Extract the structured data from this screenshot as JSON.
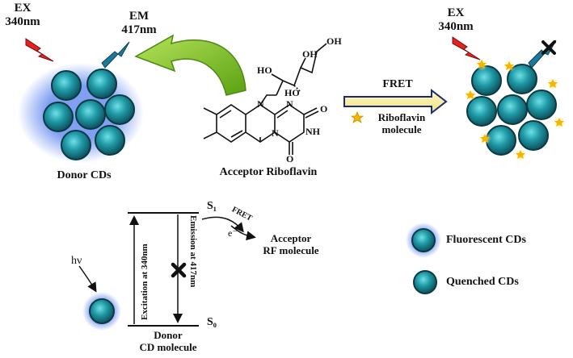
{
  "donor": {
    "ex_label": "EX",
    "ex_wavelength": "340nm",
    "em_label": "EM",
    "em_wavelength": "417nm",
    "caption": "Donor CDs"
  },
  "acceptor": {
    "caption": "Acceptor Riboflavin",
    "atoms": {
      "ho1": "HO",
      "oh_top": "OH",
      "ho2": "HO",
      "oh_right": "OH",
      "n_ring": "N",
      "n_lower": "N",
      "n_right": "N",
      "nh": "NH",
      "o_top": "O",
      "o_bottom": "O"
    }
  },
  "fret": {
    "arrow_label": "FRET",
    "riboflavin_label_line1": "Riboflavin",
    "riboflavin_label_line2": "molecule"
  },
  "quenched_group": {
    "ex_label": "EX",
    "ex_wavelength": "340nm"
  },
  "energy_diagram": {
    "hv_label": "hν",
    "s1_label": "S₁",
    "s0_label": "S₀",
    "excitation_label": "Excitation at 340nm",
    "emission_label": "Emission at 417nm",
    "fret_label": "FRET",
    "electron_label": "e⁻",
    "acceptor_line1": "Acceptor",
    "acceptor_line2": "RF molecule",
    "donor_line1": "Donor",
    "donor_line2": "CD molecule"
  },
  "legend": {
    "fluorescent_label": "Fluorescent CDs",
    "quenched_label": "Quenched CDs"
  },
  "colors": {
    "cd_teal": "#1f9aa6",
    "glow_blue": "#6c8ff0",
    "ex_red": "#e52222",
    "em_blue": "#1b7a9a",
    "green_arrow": "#7cc221",
    "star_yellow": "#f7b500"
  }
}
